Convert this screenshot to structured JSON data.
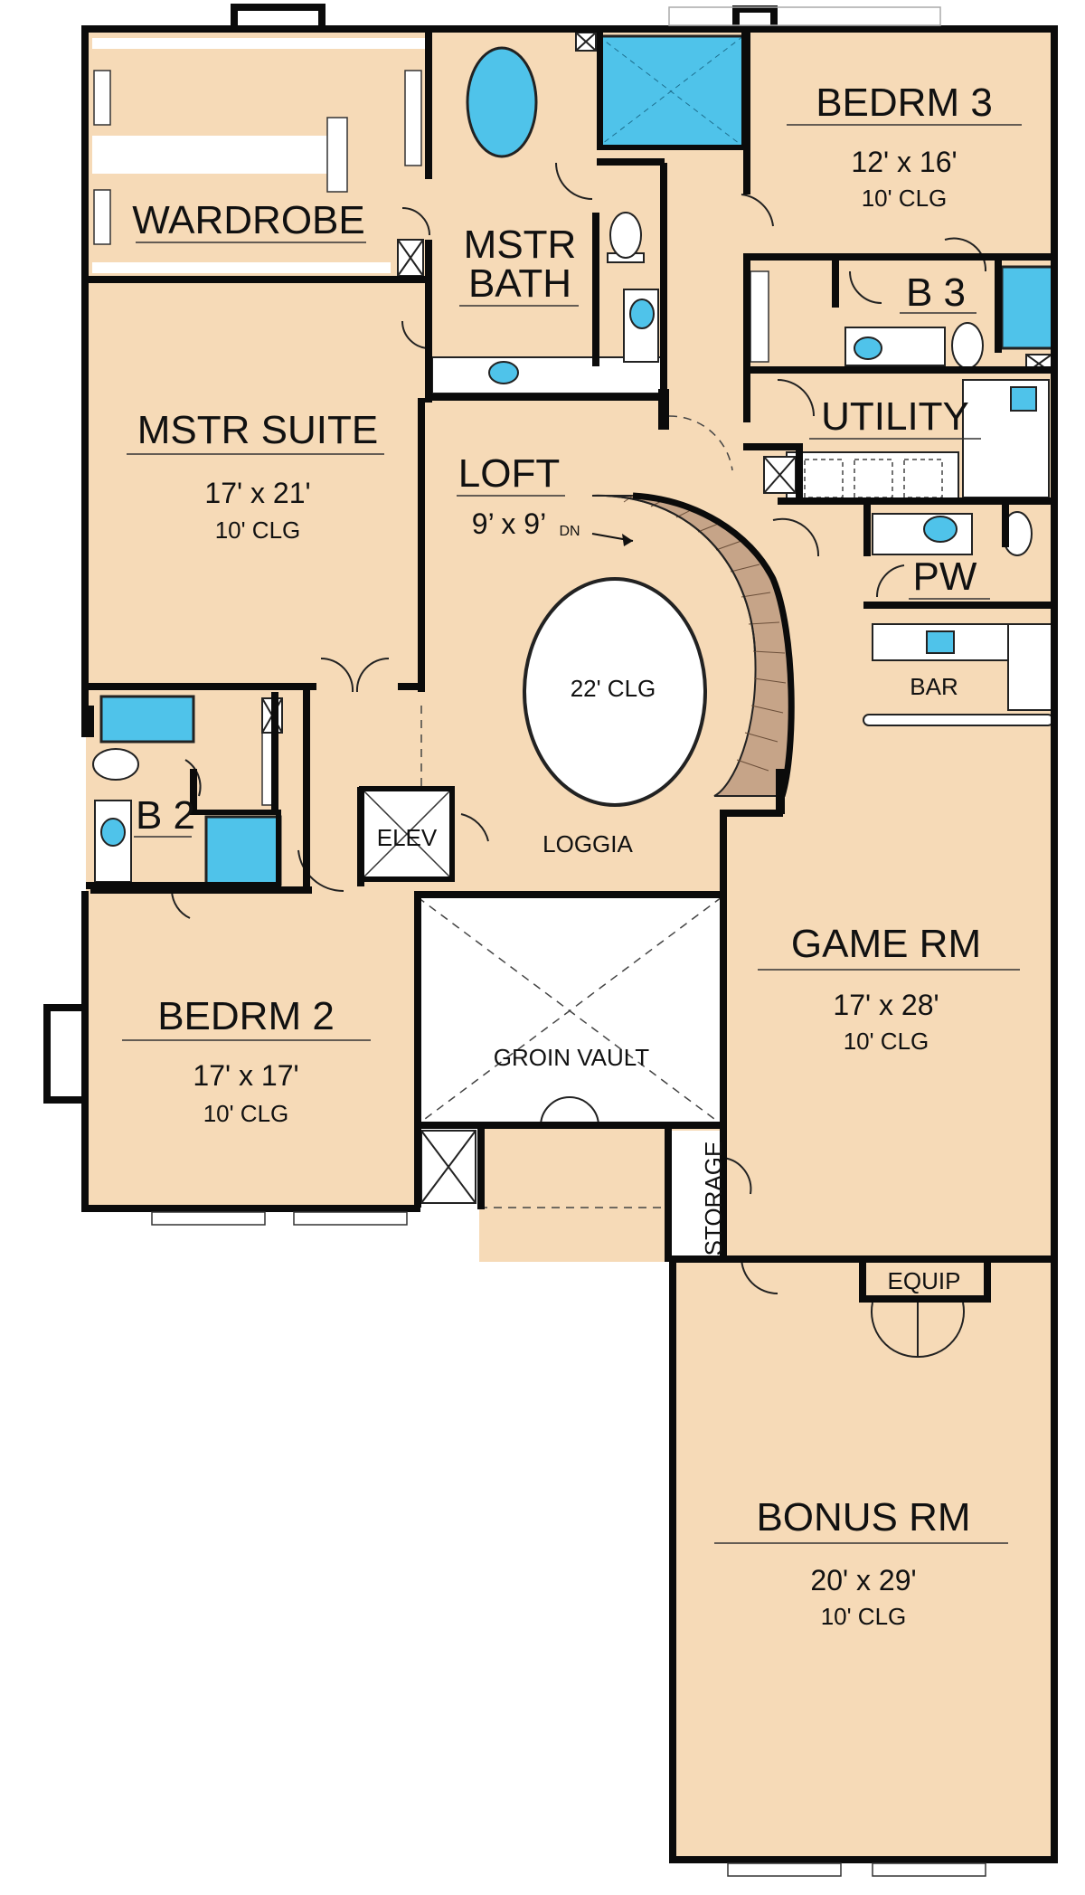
{
  "colors": {
    "floor": "#f6dab7",
    "wall": "#0b0b0b",
    "water": "#4fc3ea",
    "stair": "#c6a488",
    "white": "#ffffff"
  },
  "rooms": {
    "wardrobe": {
      "name": "WARDROBE"
    },
    "mstr_bath": {
      "name_line1": "MSTR",
      "name_line2": "BATH"
    },
    "bedrm3": {
      "name": "BEDRM 3",
      "size": "12' x 16'",
      "clg": "10' CLG"
    },
    "b3": {
      "name": "B 3"
    },
    "utility": {
      "name": "UTILITY"
    },
    "mstr_suite": {
      "name": "MSTR SUITE",
      "size": "17' x 21'",
      "clg": "10' CLG"
    },
    "loft": {
      "name": "LOFT",
      "size": "9’ x 9’",
      "dn": "DN"
    },
    "open_to_below": {
      "clg": "22' CLG"
    },
    "pw": {
      "name": "PW"
    },
    "bar": {
      "name": "BAR"
    },
    "b2": {
      "name": "B 2"
    },
    "elev": {
      "name": "ELEV"
    },
    "loggia": {
      "name": "LOGGIA"
    },
    "game_rm": {
      "name": "GAME RM",
      "size": "17' x 28'",
      "clg": "10' CLG"
    },
    "bedrm2": {
      "name": "BEDRM 2",
      "size": "17' x 17'",
      "clg": "10' CLG"
    },
    "groin_vault": {
      "name": "GROIN VAULT"
    },
    "storage": {
      "name": "STORAGE"
    },
    "equip": {
      "name": "EQUIP"
    },
    "bonus_rm": {
      "name": "BONUS RM",
      "size": "20' x 29'",
      "clg": "10' CLG"
    }
  }
}
